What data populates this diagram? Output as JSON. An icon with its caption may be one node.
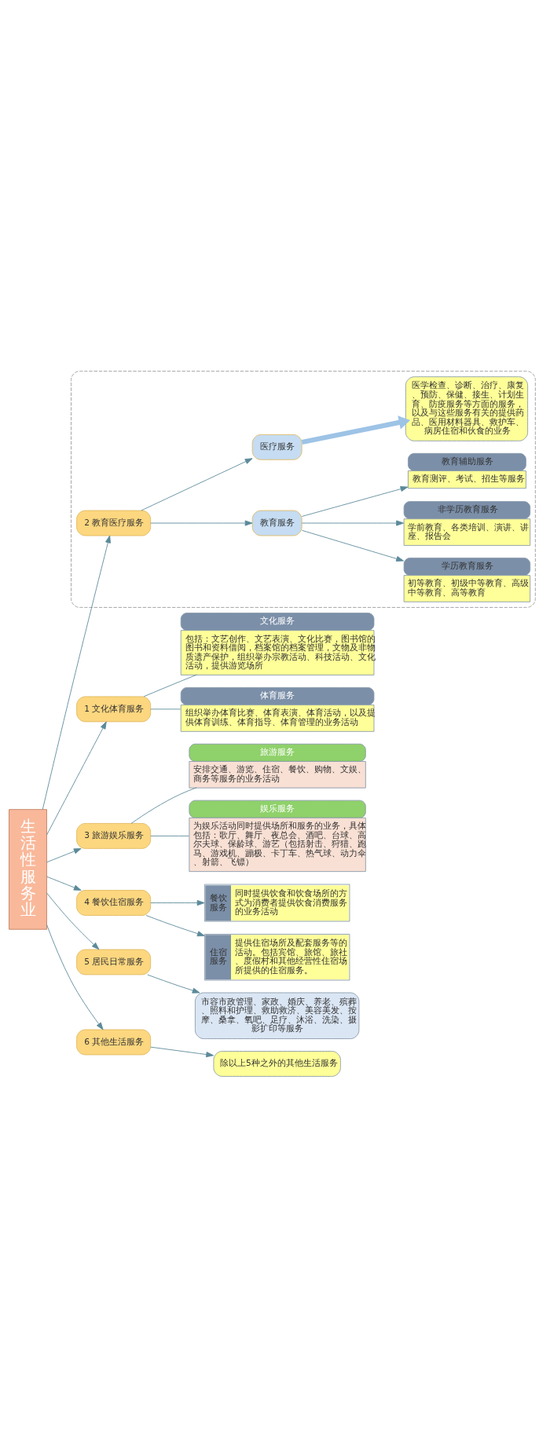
{
  "diagram": {
    "nodes": [
      {
        "text": [
          "生活性服务业"
        ]
      },
      {
        "text": [
          "1 文化体育服务"
        ]
      },
      {
        "text": [
          "文化服务",
          "包括：文艺创作、文艺表演、文化比赛，图书馆的图书和资料借阅，档案馆的档案管理，文物及非物质遗产保护，组织举办宗教活动、科技活动、文化活动，提供游览场所"
        ]
      },
      {
        "text": [
          "体育服务",
          "组织举办体育比赛、体育表演、体育活动，以及提供体育训练、体育指导、体育管理的业务活动"
        ]
      },
      {
        "text": [],
        "shape": "box"
      },
      {
        "text": [
          "2 教育医疗服务"
        ],
        "in": 4
      },
      {
        "text": [
          "教育服务"
        ],
        "in": 4
      },
      {
        "text": [
          "学历教育服务",
          "初等教育、初级中等教育、高级中等教育、高等教育"
        ],
        "in": 4
      },
      {
        "text": [
          "非学历教育服务",
          "学前教育、各类培训、演讲、讲座、报告会"
        ],
        "in": 4
      },
      {
        "text": [
          "教育辅助服务",
          "教育测评、考试、招生等服务"
        ],
        "in": 4
      },
      {
        "text": [
          "医疗服务"
        ],
        "in": 4
      },
      {
        "text": [
          "医学检查、诊断、治疗、康复、预防、保健、接生、计划生育、防疫服务等方面的服务，以及与这些服务有关的提供药品、医用材料器具、救护车、病房住宿和伙食的业务"
        ],
        "in": 4
      },
      {
        "text": [
          "3 旅游娱乐服务"
        ]
      },
      {
        "text": [
          "旅游服务",
          "安排交通、游览、住宿、餐饮、购物、文娱、商务等服务的业务活动"
        ]
      },
      {
        "text": [
          "娱乐服务",
          "为娱乐活动同时提供场所和服务的业务，具体包括：歌厅、舞厅、夜总会、酒吧、台球、高尔夫球、保龄球、游艺（包括射击、狩猎、跑马、游戏机、蹦极、卡丁车、热气球、动力伞、射箭、飞镖）"
        ]
      },
      {
        "text": [
          "4 餐饮住宿服务"
        ]
      },
      {
        "text": [
          "餐饮服务",
          "同时提供饮食和饮食场所的方式为消费者提供饮食消费服务的业务活动"
        ]
      },
      {
        "text": [
          "住宿服务",
          "提供住宿场所及配套服务等的活动。包括宾馆、旅馆、旅社、度假村和其他经营性住宿场所提供的住宿服务。"
        ]
      },
      {
        "text": [
          "5 居民日常服务"
        ]
      },
      {
        "text": [
          "市容市政管理、家政、婚庆、养老、殡葬、照料和护理、救助救济、美容美发、按摩、桑拿、氧吧、足疗、沐浴、洗染、摄影扩印等服务"
        ]
      },
      {
        "text": [
          "6 其他生活服务"
        ]
      },
      {
        "text": [
          "除以上5种之外的其他生活服务"
        ]
      }
    ],
    "edges": [
      {
        "from": 0,
        "to": 1,
        "arrow": "to"
      },
      {
        "from": 1,
        "to": 2,
        "arrow": "none"
      },
      {
        "from": 1,
        "to": 3,
        "arrow": "none"
      },
      {
        "from": 0,
        "to": 5,
        "arrow": "to"
      },
      {
        "from": 5,
        "to": 6,
        "arrow": "to"
      },
      {
        "from": 5,
        "to": 10,
        "arrow": "to"
      },
      {
        "from": 6,
        "to": 7,
        "arrow": "to"
      },
      {
        "from": 6,
        "to": 8,
        "arrow": "to"
      },
      {
        "from": 6,
        "to": 9,
        "arrow": "to"
      },
      {
        "from": 10,
        "to": 11,
        "arrow": "to",
        "style": "thick",
        "color": "#9dc3e6"
      },
      {
        "from": 0,
        "to": 12,
        "arrow": "to"
      },
      {
        "from": 12,
        "to": 13,
        "arrow": "none"
      },
      {
        "from": 12,
        "to": 14,
        "arrow": "none"
      },
      {
        "from": 0,
        "to": 15,
        "arrow": "to"
      },
      {
        "from": 15,
        "to": 16,
        "arrow": "to"
      },
      {
        "from": 15,
        "to": 17,
        "arrow": "to"
      },
      {
        "from": 0,
        "to": 18,
        "arrow": "to"
      },
      {
        "from": 18,
        "to": 19,
        "arrow": "to"
      },
      {
        "from": 0,
        "to": 20,
        "arrow": "to"
      },
      {
        "from": 20,
        "to": 21,
        "arrow": "to"
      }
    ]
  }
}
